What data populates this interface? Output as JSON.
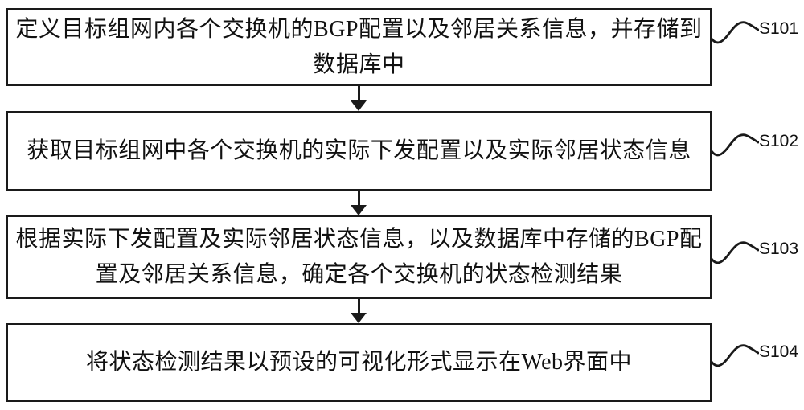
{
  "figure": {
    "type": "flowchart",
    "background": "#ffffff",
    "line_color": "#1a1a1a",
    "text_color": "#111111"
  },
  "steps": [
    {
      "label": "S101",
      "lines": {
        "0": "定义目标组网内各个交换机的BGP配置以及邻居关系信息，并存储到",
        "1": "数据库中"
      }
    },
    {
      "label": "S102",
      "lines": {
        "0": "获取目标组网中各个交换机的实际下发配置以及实际邻居状态信息"
      }
    },
    {
      "label": "S103",
      "lines": {
        "0": "根据实际下发配置及实际邻居状态信息，以及数据库中存储的BGP配",
        "1": "置及邻居关系信息，确定各个交换机的状态检测结果"
      }
    },
    {
      "label": "S104",
      "lines": {
        "0": "将状态检测结果以预设的可视化形式显示在Web界面中"
      }
    }
  ]
}
